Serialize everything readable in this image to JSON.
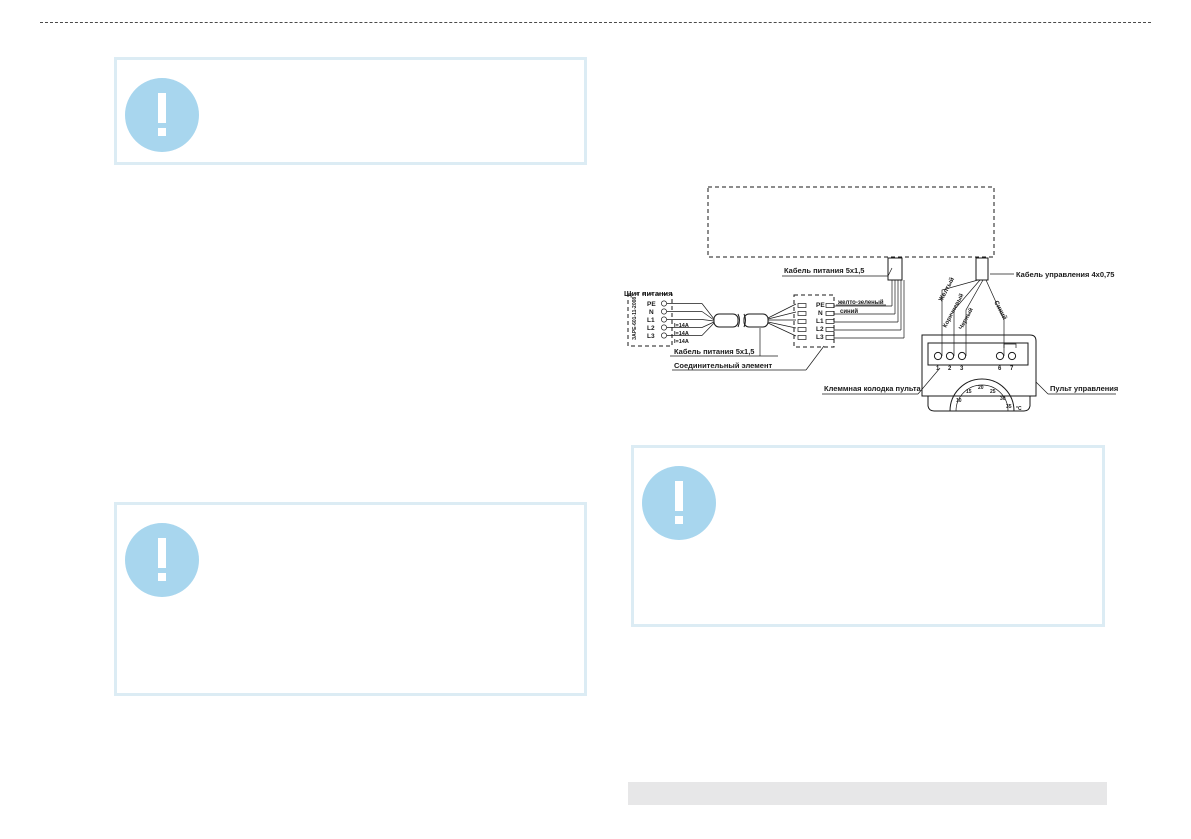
{
  "notes": [
    {
      "id": "note-top-left",
      "icon": "exclamation-icon"
    },
    {
      "id": "note-bottom-left",
      "icon": "exclamation-icon"
    },
    {
      "id": "note-right",
      "icon": "exclamation-icon"
    }
  ],
  "colors": {
    "note_border": "#dcecf4",
    "icon_fill": "#a8d6ee",
    "footer_bar": "#e7e7e8",
    "line": "#1a1a1a"
  },
  "diagram": {
    "power_panel": "Щит питания",
    "panel_code": "ЗАРЕ-601-11-2008",
    "terminals": [
      "PE",
      "N",
      "L1",
      "L2",
      "L3"
    ],
    "currents": [
      "I=14A",
      "I=14A",
      "I=14A"
    ],
    "power_cable_top": "Кабель питания 5х1,5",
    "power_cable_bottom": "Кабель питания 5х1,5",
    "connector_element": "Соединительный элемент",
    "wire_yellow_green": "желто-зеленый",
    "wire_blue": "синий",
    "control_cable": "Кабель управления 4х0,75",
    "control_wires": {
      "yellow": "Желтый",
      "brown": "Коричневый",
      "black": "Черный",
      "blue": "Синий"
    },
    "remote_terminal_block": "Клеммная колодка пульта",
    "remote_control": "Пульт управления",
    "terminal_numbers": [
      "1",
      "2",
      "3",
      "6",
      "7"
    ],
    "dial_scale": [
      "10",
      "15",
      "20",
      "25",
      "30",
      "35"
    ],
    "dial_unit": "°C"
  }
}
